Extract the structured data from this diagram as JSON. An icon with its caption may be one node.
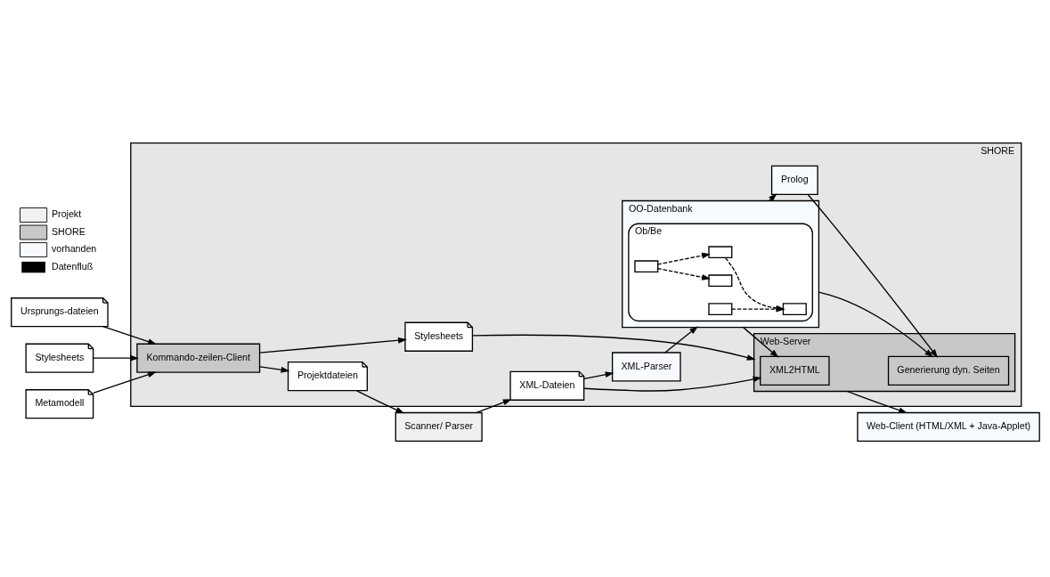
{
  "diagram": {
    "nodes": [
      {
        "text": [
          "Metamodell"
        ]
      },
      {
        "text": [
          "Ursprungs-dateien"
        ]
      },
      {
        "text": [
          "Stylesheets"
        ]
      },
      {
        "text": [
          "SHORE"
        ]
      },
      {
        "text": [
          "Kommando-zeilen-Client"
        ],
        "in": 3
      },
      {
        "text": [
          "OO-Datenbank"
        ],
        "in": 3
      },
      {
        "text": [
          "Ob/Be"
        ],
        "in": 5
      },
      {
        "text": [],
        "shape": "box",
        "in": 6
      },
      {
        "text": [],
        "shape": "box",
        "in": 6
      },
      {
        "text": [],
        "shape": "box",
        "in": 6
      },
      {
        "text": [],
        "shape": "box",
        "in": 6
      },
      {
        "text": [],
        "shape": "box",
        "in": 6
      },
      {
        "text": [
          "Projektdateien"
        ],
        "in": 3
      },
      {
        "text": [
          "Scanner/ Parser"
        ]
      },
      {
        "text": [
          "XML-Parser"
        ],
        "in": 3
      },
      {
        "text": [
          "Web-Server"
        ],
        "in": 3
      },
      {
        "text": [
          "Prolog"
        ],
        "in": 3
      },
      {
        "text": [
          "XML-Dateien"
        ],
        "in": 3
      },
      {
        "text": [
          "XML2HTML"
        ],
        "in": 15
      },
      {
        "text": [
          "Generierung dyn. Seiten"
        ],
        "in": 15
      },
      {
        "text": [
          "Stylesheets"
        ],
        "in": 3
      },
      {
        "text": [
          "Web-Client (HTML/XML + Java-Applet)"
        ]
      }
    ],
    "edges": [
      {
        "from": 0,
        "to": 4,
        "arrow": "to"
      },
      {
        "from": 1,
        "to": 4,
        "arrow": "to"
      },
      {
        "from": 2,
        "to": 4,
        "arrow": "to"
      },
      {
        "from": 7,
        "to": 9,
        "arrow": "to",
        "style": "dashed"
      },
      {
        "from": 8,
        "to": 9,
        "arrow": "to",
        "style": "dashed"
      },
      {
        "from": 11,
        "to": 8,
        "arrow": "to",
        "style": "dashed"
      },
      {
        "from": 11,
        "to": 10,
        "arrow": "to",
        "style": "dashed"
      },
      {
        "from": 4,
        "to": 12,
        "arrow": "to"
      },
      {
        "from": 4,
        "to": 20,
        "arrow": "to"
      },
      {
        "from": 12,
        "to": 13,
        "arrow": "to"
      },
      {
        "from": 13,
        "to": 17,
        "arrow": "to"
      },
      {
        "from": 17,
        "to": 14,
        "arrow": "to"
      },
      {
        "from": 14,
        "to": 5,
        "arrow": "to"
      },
      {
        "from": 5,
        "to": 18,
        "arrow": "to"
      },
      {
        "from": 17,
        "to": 18,
        "arrow": "to"
      },
      {
        "from": 20,
        "to": 15,
        "arrow": "to"
      },
      {
        "from": 5,
        "to": 16,
        "arrow": "to"
      },
      {
        "from": 5,
        "to": 19,
        "arrow": "to"
      },
      {
        "from": 16,
        "to": 19,
        "arrow": "to"
      },
      {
        "from": 15,
        "to": 21,
        "arrow": "to"
      }
    ],
    "legend": [
      {
        "text": "Projekt"
      },
      {
        "text": "SHORE"
      },
      {
        "text": "vorhanden"
      },
      {
        "text": "Datenfluß"
      }
    ]
  }
}
